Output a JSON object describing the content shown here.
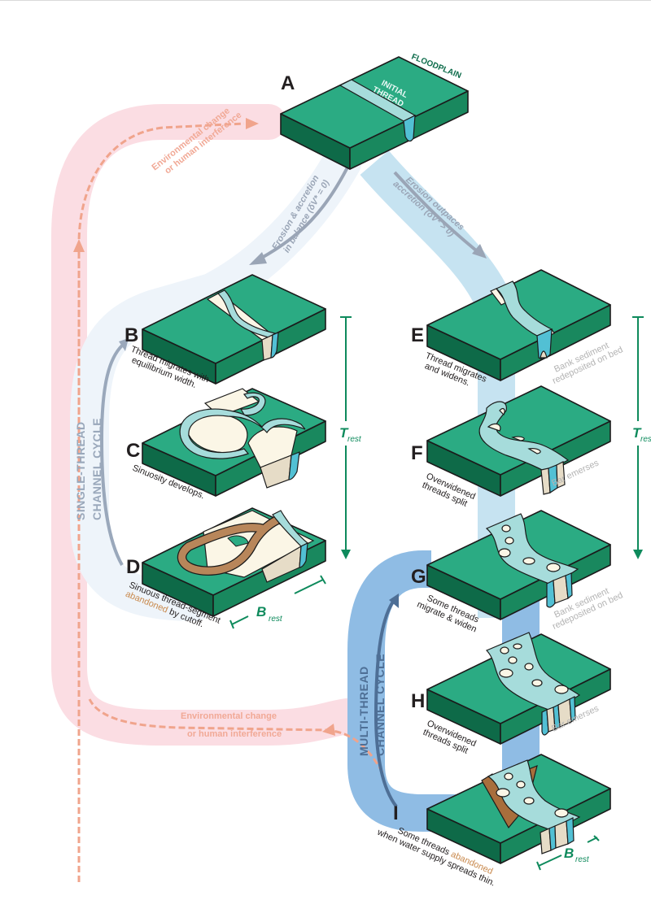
{
  "figure": {
    "top_labels": {
      "floodplain": "FLOODPLAIN",
      "initial_thread_line1": "INITIAL",
      "initial_thread_line2": "THREAD"
    },
    "stages": [
      {
        "letter": "A",
        "caption": []
      },
      {
        "letter": "B",
        "caption": [
          "Thread migrates with",
          "equilibrium width."
        ]
      },
      {
        "letter": "C",
        "caption": [
          "Sinuosity develops."
        ]
      },
      {
        "letter": "D",
        "caption": [
          "Sinuous thread-segment"
        ],
        "caption_accent": "abandoned",
        "caption_tail": " by cutoff."
      },
      {
        "letter": "E",
        "caption": [
          "Thread migrates",
          "and widens."
        ]
      },
      {
        "letter": "F",
        "caption": [
          "Overwidened",
          "threads split"
        ]
      },
      {
        "letter": "G",
        "caption": [
          "Some threads",
          "migrate & widen"
        ]
      },
      {
        "letter": "H",
        "caption": [
          "Overwidened",
          "threads split"
        ]
      },
      {
        "letter": "I",
        "caption_line1": "Some threads ",
        "caption_accent": "abandoned",
        "caption_line2": "when water supply spreads thin."
      }
    ],
    "side_notes": {
      "e_note": [
        "Bank sediment",
        "redeposited on bed"
      ],
      "f_note": "Bar emerses",
      "g_note": [
        "Bank sediment",
        "redeposited on bed"
      ],
      "h_note": "Bar emerses"
    },
    "pathways": {
      "left_line1": "Erosion & accretion",
      "left_line2": "in balance (δV* = 0)",
      "right_line1": "Erosion outpaces",
      "right_line2": "accretion (δV* > 0)"
    },
    "cycles": {
      "single_line1": "SINGLE-THREAD",
      "single_line2": "CHANNEL CYCLE",
      "multi_line1": "MULTI-THREAD",
      "multi_line2": "CHANNEL CYCLE"
    },
    "environmental": {
      "top_line1": "Environmental change",
      "top_line2": "or human interference",
      "bottom_line1": "Environmental change",
      "bottom_line2": "or human interference"
    },
    "scales": {
      "t_left_main": "T",
      "t_left_sub": "rest",
      "t_right_main": "T",
      "t_right_sub": "res",
      "b_left_main": "B",
      "b_left_sub": "rest",
      "b_right_main": "B",
      "b_right_sub": "rest"
    },
    "colors": {
      "env_band": "#fbdde3",
      "env_arrow": "#f0a48c",
      "single_band": "#eef4fa",
      "right_band": "#c6e3f1",
      "multi_band": "#8fbce4",
      "block_top": "#2bab83",
      "block_front": "#0e6a48",
      "scale_green": "#0e8a5c",
      "abandoned_brown": "#c98a4e"
    }
  }
}
